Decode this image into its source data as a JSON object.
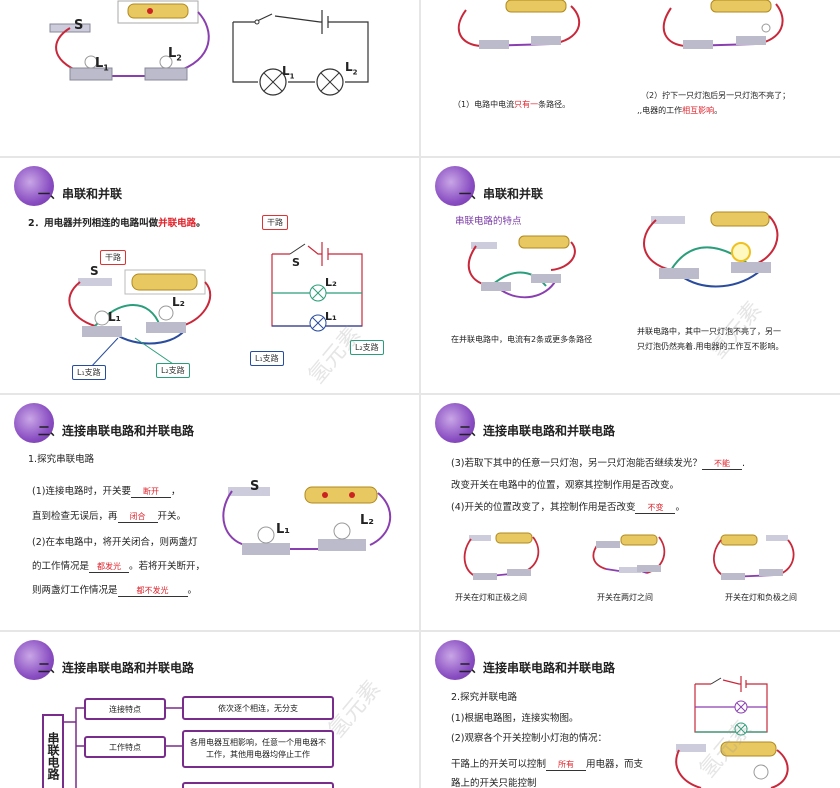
{
  "slide0": {
    "labels": {
      "S": "S",
      "L1": "L",
      "L2": "L",
      "sub1": "1",
      "sub2": "2"
    }
  },
  "slide1": {
    "note_left_pre": "（1）电路中电流",
    "note_left_red": "只有一",
    "note_left_post": "条路径。",
    "note_right_line1": "（2）拧下一只灯泡后另一只灯泡不亮了；",
    "note_right_line2_pre": "‚‚电器的工作",
    "note_right_line2_red": "相互影响",
    "note_right_line2_post": "。"
  },
  "slide2": {
    "title": "一、串联和并联",
    "heading_pre": "2．用电器并列相连的电路叫做",
    "heading_red": "并联电路",
    "heading_post": "。",
    "tags": {
      "main": "干路",
      "main2": "干路",
      "l1_branch": "L₁支路",
      "l2_branch": "L₂支路",
      "l1_branch2": "L₁支路",
      "l2_branch2": "L₂支路"
    },
    "labels": {
      "S": "S",
      "L1": "L₁",
      "L2": "L₂",
      "S2": "S",
      "L1b": "L₁",
      "L2b": "L₂"
    }
  },
  "slide3": {
    "title": "一、串联和并联",
    "subtitle": "串联电路的特点",
    "note_left": "在并联电路中，电流有2条或更多条路径",
    "note_right_line1": "并联电路中，其中一只灯泡不亮了，另一",
    "note_right_line2": "只灯泡仍然亮着.用电器的工作互不影响。"
  },
  "slide4": {
    "title": "二、连接串联电路和并联电路",
    "step": "1.探究串联电路",
    "q1_pre": "(1)连接电路时，开关要",
    "q1_ans": "断开",
    "q1_post": "，",
    "q1b_pre": "直到检查无误后，再",
    "q1b_ans": "闭合",
    "q1b_post": "开关。",
    "q2_line1": "(2)在本电路中，将开关闭合，则两盏灯",
    "q2_line2_pre": "的工作情况是",
    "q2_line2_ans": "都发光",
    "q2_line2_post": "。若将开关断开，",
    "q2_line3_pre": "则两盏灯工作情况是",
    "q2_line3_ans": "都不发光",
    "q2_line3_post": "。",
    "labels": {
      "S": "S",
      "L1": "L₁",
      "L2": "L₂"
    }
  },
  "slide5": {
    "title": "二、连接串联电路和并联电路",
    "q3_pre": "(3)若取下其中的任意一只灯泡，另一只灯泡能否继续发光？",
    "q3_ans": "不能",
    "q3_post": ".",
    "q3b": "改变开关在电路中的位置，观察其控制作用是否改变。",
    "q4_pre": "(4)开关的位置改变了，其控制作用是否改变",
    "q4_ans": "不变",
    "q4_post": "。",
    "captions": [
      "开关在灯和正极之间",
      "开关在两灯之间",
      "开关在灯和负极之间"
    ]
  },
  "slide6": {
    "title": "二、连接串联电路和并联电路",
    "vertical": "串联电路",
    "rows": [
      {
        "key": "连接特点",
        "value": "依次逐个相连，无分支"
      },
      {
        "key": "工作特点",
        "value": "各用电器互相影响，任意一个用电器不工作，其他用电器均停止工作"
      }
    ]
  },
  "slide7": {
    "title": "二、连接串联电路和并联电路",
    "step": "2.探究并联电路",
    "p1": "(1)根据电路图，连接实物图。",
    "p2": "(2)观察各个开关控制小灯泡的情况：",
    "p3_pre": "干路上的开关可以控制",
    "p3_ans": "所有",
    "p3_post": "用电器，而支",
    "p4": "路上的开关只能控制"
  },
  "watermark": "氢元素",
  "colors": {
    "accent": "#7a3aa8",
    "red": "#e0232b",
    "wire_red": "#c8283a",
    "wire_purple": "#8a3fb0",
    "wire_blue": "#2a4c9e",
    "wire_green": "#2a9e7a"
  }
}
